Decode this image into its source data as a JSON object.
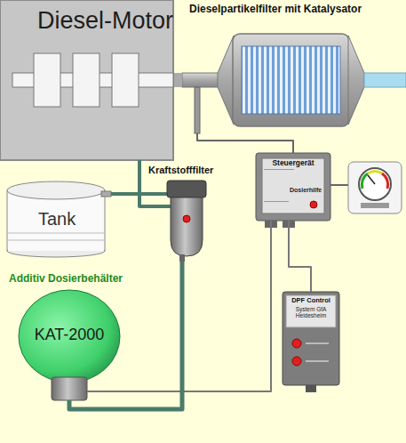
{
  "diagram": {
    "nodes": [
      {
        "text": [
          "Diesel-Motor"
        ]
      },
      {
        "text": [
          "Dieselpartikelfilter mit Katalysator"
        ]
      },
      {
        "text": [
          "Tank"
        ]
      },
      {
        "text": [
          "Kraftstofffilter"
        ]
      },
      {
        "text": [
          "Steuergerät",
          "Dosierhilfe"
        ]
      },
      {
        "text": [
          "Additiv Dosierbehälter",
          "KAT-2000"
        ]
      },
      {
        "text": [
          "DPF Control",
          "System GfA Heidesheim"
        ]
      }
    ],
    "edges": [
      {
        "from": 0,
        "to": 1,
        "arrow": "none"
      },
      {
        "from": 2,
        "to": 3,
        "arrow": "none"
      },
      {
        "from": 3,
        "to": 0,
        "arrow": "none"
      },
      {
        "from": 1,
        "to": 4,
        "arrow": "none"
      },
      {
        "from": 4,
        "to": 6,
        "arrow": "none"
      },
      {
        "from": 4,
        "to": 5,
        "arrow": "none"
      },
      {
        "from": 5,
        "to": 3,
        "arrow": "none"
      }
    ]
  }
}
